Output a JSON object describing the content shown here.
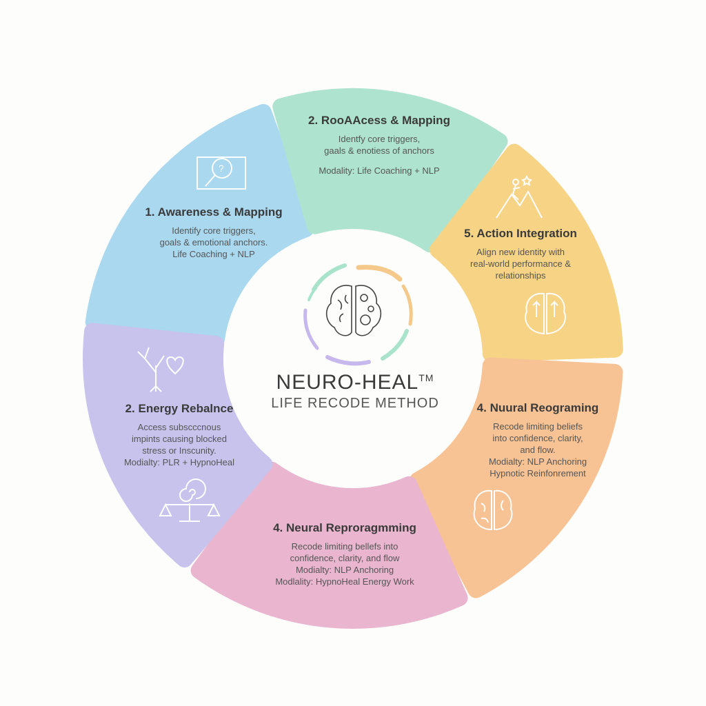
{
  "colors": {
    "awareness": "#a9d8ef",
    "root_access": "#aee4cf",
    "action": "#f6d385",
    "neural_right": "#f8c394",
    "neural_bottom": "#e9b5cf",
    "energy": "#c7c3ec"
  },
  "segments": {
    "awareness": {
      "title": "1. Awareness & Mapping",
      "lines": [
        "Identify core triggers,",
        "goals & emotional anchors.",
        "Life Coaching + NLP"
      ],
      "icon": "map-search-icon"
    },
    "root_access": {
      "title": "2. RooAAcess & Mapping",
      "lines": [
        "Identfy core triggers,",
        "gaals & enotiess of anchors"
      ],
      "modality": "Modality: Life Coaching + NLP"
    },
    "action": {
      "title": "5. Action Integration",
      "lines": [
        "Align new identity with",
        "real-world performance &",
        "relationships"
      ],
      "icon": "climber-mountain-icon"
    },
    "neural_right": {
      "title": "4. Nuural Reograming",
      "lines": [
        "Recode limiting beliefs",
        "into confidence, clarity,",
        "and flow.",
        "Modialty: NLP Anchoring",
        "Hypnotic Reinfonrement"
      ]
    },
    "neural_bottom": {
      "title": "4. Neural Reproragmming",
      "lines": [
        "Recode limiting bellefs into",
        "confidence, clarity, and flow",
        "Modialty: NLP Anchoring",
        "Modlality: HypnoHeal Energy Work"
      ]
    },
    "energy": {
      "title": "2. Energy Rebalnce",
      "lines": [
        "Access subscccnous",
        "impints causing blocked",
        "stress or Inscunity.",
        "Modialty: PLR + HypnoHeal"
      ]
    }
  },
  "logo": {
    "title": "NEURO-HEAL",
    "tm": "TM",
    "subtitle": "LIFE RECODE METHOD"
  }
}
